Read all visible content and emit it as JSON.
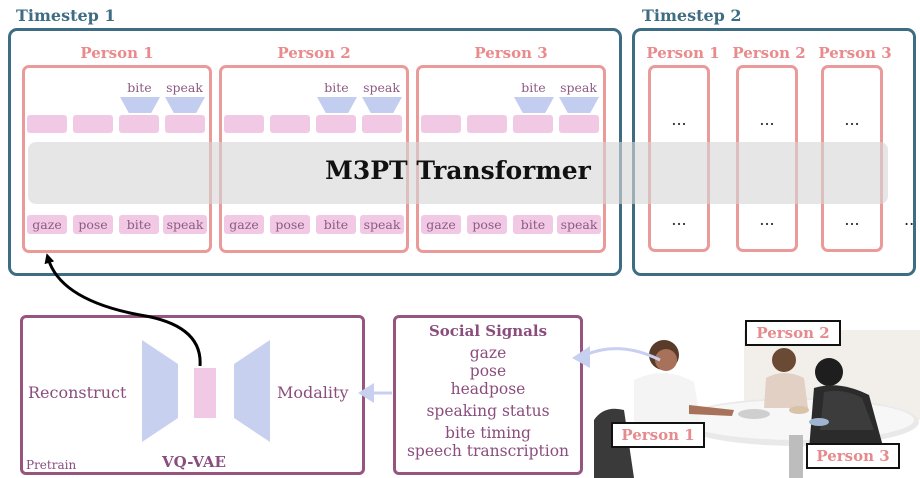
{
  "timestep1": {
    "title": "Timestep 1",
    "persons": [
      {
        "title": "Person 1"
      },
      {
        "title": "Person 2"
      },
      {
        "title": "Person 3"
      }
    ],
    "head_labels": [
      "bite",
      "speak"
    ],
    "input_tokens": [
      "gaze",
      "pose",
      "bite",
      "speak"
    ]
  },
  "timestep2": {
    "title": "Timestep 2",
    "persons": [
      {
        "title": "Person 1"
      },
      {
        "title": "Person 2"
      },
      {
        "title": "Person 3"
      }
    ],
    "ellipsis": "..."
  },
  "transformer": {
    "label": "M3PT Transformer"
  },
  "trailing_ellipsis": "..",
  "vqvae": {
    "reconstruct": "Reconstruct",
    "modality": "Modality",
    "name": "VQ-VAE",
    "pretrain": "Pretrain"
  },
  "social_signals": {
    "title": "Social Signals",
    "items": [
      "gaze",
      "pose",
      "headpose",
      "speaking status",
      "bite timing",
      "speech transcription"
    ]
  },
  "photo": {
    "tags": [
      "Person 1",
      "Person 2",
      "Person 3"
    ]
  },
  "colors": {
    "timestep": "#3e6c83",
    "person": "#eb9a9a",
    "token": "#f2c9e4",
    "head": "#c3cdf0",
    "purple": "#96547f"
  }
}
